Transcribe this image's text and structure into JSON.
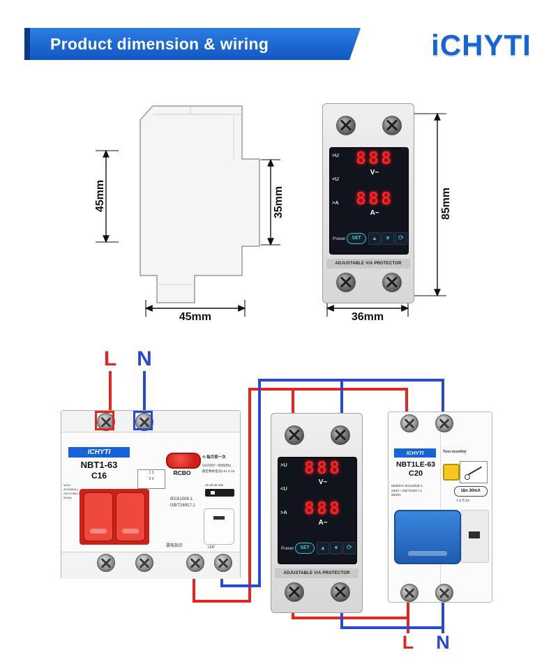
{
  "header": {
    "title": "Product dimension & wiring",
    "brand": "iCHYTI"
  },
  "dims": {
    "side_height": "45mm",
    "side_inner": "35mm",
    "side_width": "45mm",
    "front_height": "85mm",
    "front_width": "36mm"
  },
  "protector": {
    "over_u": ">U",
    "under_u": "<U",
    "over_a": ">A",
    "display_value": "888",
    "volt_unit": "V~",
    "amp_unit": "A~",
    "power_label": "Power",
    "set_label": "SET",
    "up_glyph": "▲",
    "down_glyph": "▼",
    "reset_glyph": "⟳",
    "footer": "ADJUSTABLE V/A PROTECTOR"
  },
  "wiring": {
    "line_label": "L",
    "neutral_label": "N",
    "out_line_label": "L",
    "out_neutral_label": "N",
    "accent_red": "#e42521",
    "accent_blue": "#2749d6",
    "rcbo": {
      "brand": "ICHYTI",
      "model": "NBT1-63",
      "rating": "C16",
      "specs_left": [
        "400V~",
        "IEC60898-1",
        "GB/T10963.1",
        "6000A"
      ],
      "button": "RCBO",
      "monthly_icon": "⟲",
      "monthly_note": "每月按一次",
      "spec1": "Un230V~  50/60Hz",
      "spec2": "额定剩余电流0.01-0.1S",
      "poles_top": "1   3",
      "poles_bottom": "2   4",
      "std1": "IEC61009-1",
      "std2": "GB/T16917.1",
      "current_scale": "15 30 50 100",
      "leakage_note": "漏电指示",
      "rocker_label": "LER"
    },
    "breaker": {
      "brand": "ICHYTI",
      "test_note": "Test monthly",
      "model": "NBT1LE-63",
      "rating": "C20",
      "spec1": "50/60Hz  IEC61009-1",
      "spec2": "230V~  GB/T16917.1",
      "spec3": "6000A",
      "idn": "IΔn 30mA",
      "trip_time": "t ≤ 0.1s"
    }
  }
}
